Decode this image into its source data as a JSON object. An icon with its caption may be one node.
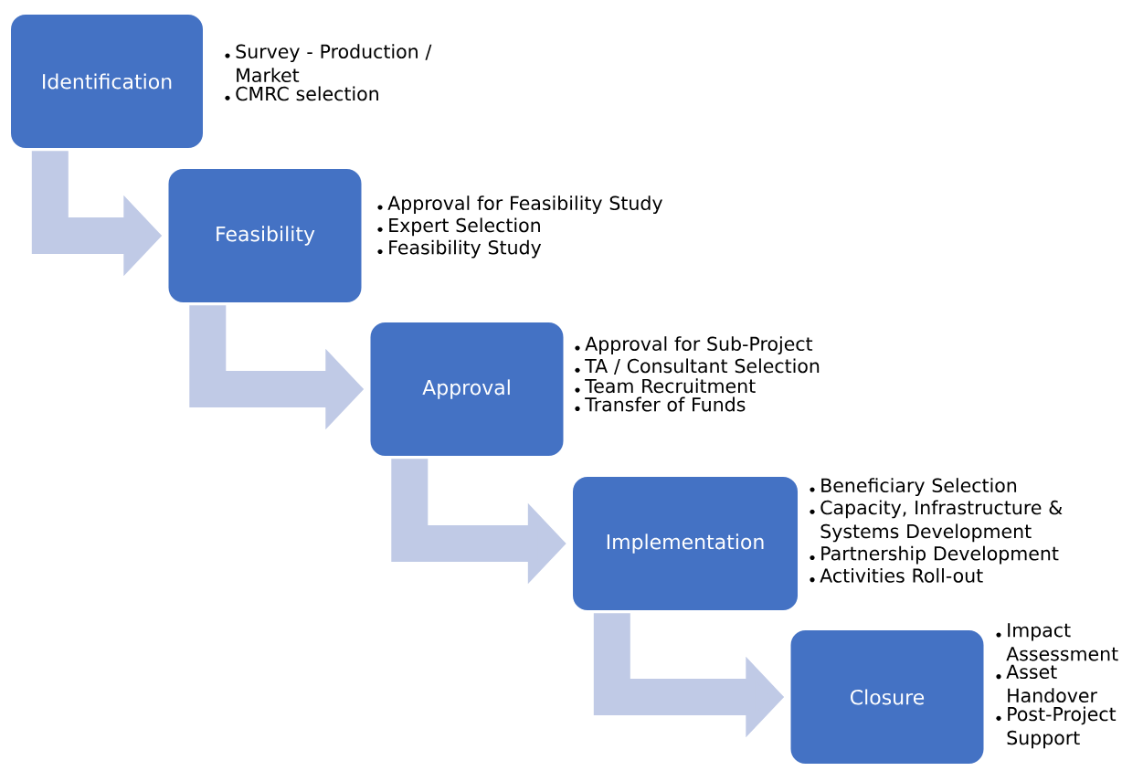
{
  "diagram": {
    "nodes": [
      {
        "text": [
          "Identification"
        ],
        "beside": [
          "Survey - Production / Market",
          "CMRC selection"
        ]
      },
      {
        "text": [
          "Feasibility"
        ],
        "beside": [
          "Approval for Feasibility Study",
          "Expert Selection",
          "Feasibility Study"
        ]
      },
      {
        "text": [
          "Approval"
        ],
        "beside": [
          "Approval for Sub-Project",
          "TA / Consultant Selection",
          "Team Recruitment",
          "Transfer of Funds"
        ]
      },
      {
        "text": [
          "Implementation"
        ],
        "beside": [
          "Beneficiary Selection",
          "Capacity, Infrastructure & Systems Development",
          "Partnership Development",
          "Activities Roll-out"
        ]
      },
      {
        "text": [
          "Closure"
        ],
        "beside": [
          "Impact Assessment",
          "Asset Handover",
          "Post-Project Support"
        ]
      }
    ],
    "edges": [
      {
        "from": 0,
        "to": 1,
        "arrow": "to"
      },
      {
        "from": 1,
        "to": 2,
        "arrow": "to"
      },
      {
        "from": 2,
        "to": 3,
        "arrow": "to"
      },
      {
        "from": 3,
        "to": 4,
        "arrow": "to"
      }
    ]
  }
}
